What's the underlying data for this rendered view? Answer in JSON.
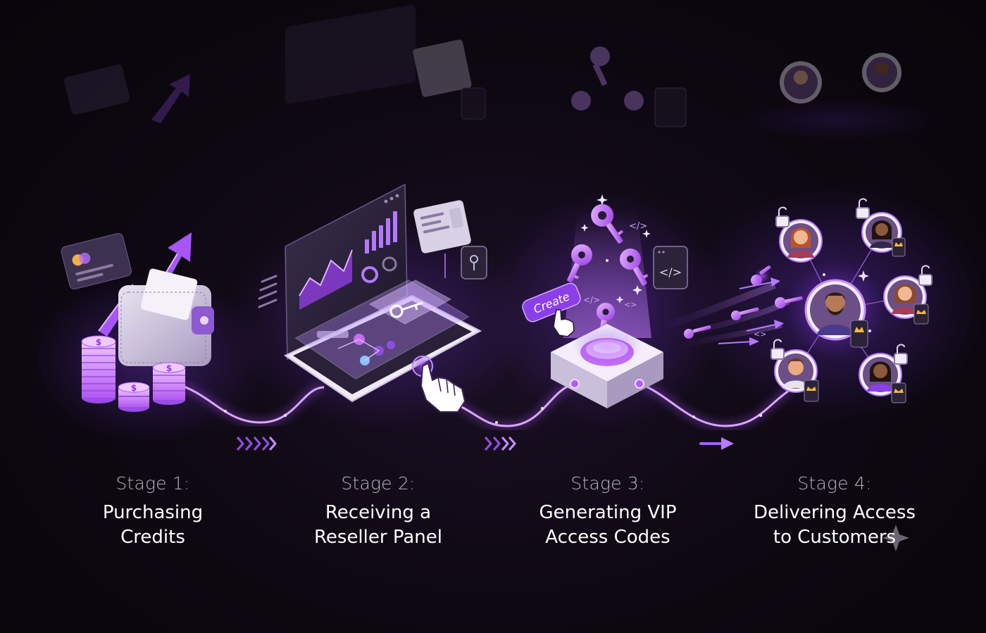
{
  "stages": [
    {
      "number": "Stage 1:",
      "title_line1": "Purchasing",
      "title_line2": "Credits"
    },
    {
      "number": "Stage 2:",
      "title_line1": "Receiving a",
      "title_line2": "Reseller Panel"
    },
    {
      "number": "Stage 3:",
      "title_line1": "Generating VIP",
      "title_line2": "Access Codes"
    },
    {
      "number": "Stage 4:",
      "title_line1": "Delivering Access",
      "title_line2": "to Customers"
    }
  ],
  "create_button": {
    "label": "Create"
  },
  "colors": {
    "accent": "#a855f7",
    "accent_light": "#d8a8ff",
    "background": "#0d0811",
    "gold": "#f4b73a"
  }
}
